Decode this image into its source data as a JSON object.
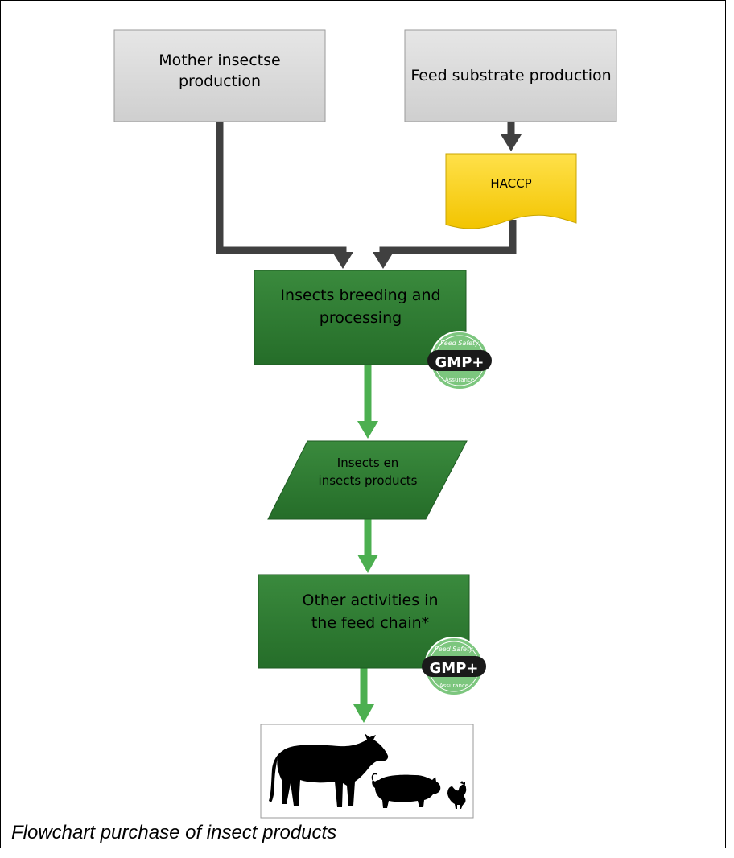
{
  "nodes": {
    "mother": [
      "Mother insectse",
      "production"
    ],
    "feed": [
      "Feed substrate production"
    ],
    "haccp": [
      "HACCP"
    ],
    "breeding": [
      "Insects breeding and",
      "processing"
    ],
    "products": [
      "Insects en",
      "insects products"
    ],
    "other": [
      "Other activities in",
      "the feed chain*"
    ]
  },
  "badge": {
    "top_text": "Feed Safety",
    "main_text": "GMP+",
    "bottom_text": "Assurance"
  },
  "caption": "Flowchart purchase of insect products",
  "colors": {
    "gray_box": "#d9d9d9",
    "gray_arrow": "#404040",
    "green_box": "#2e7d32",
    "green_arrow": "#4caf50",
    "haccp_yellow": "#ffd200"
  }
}
